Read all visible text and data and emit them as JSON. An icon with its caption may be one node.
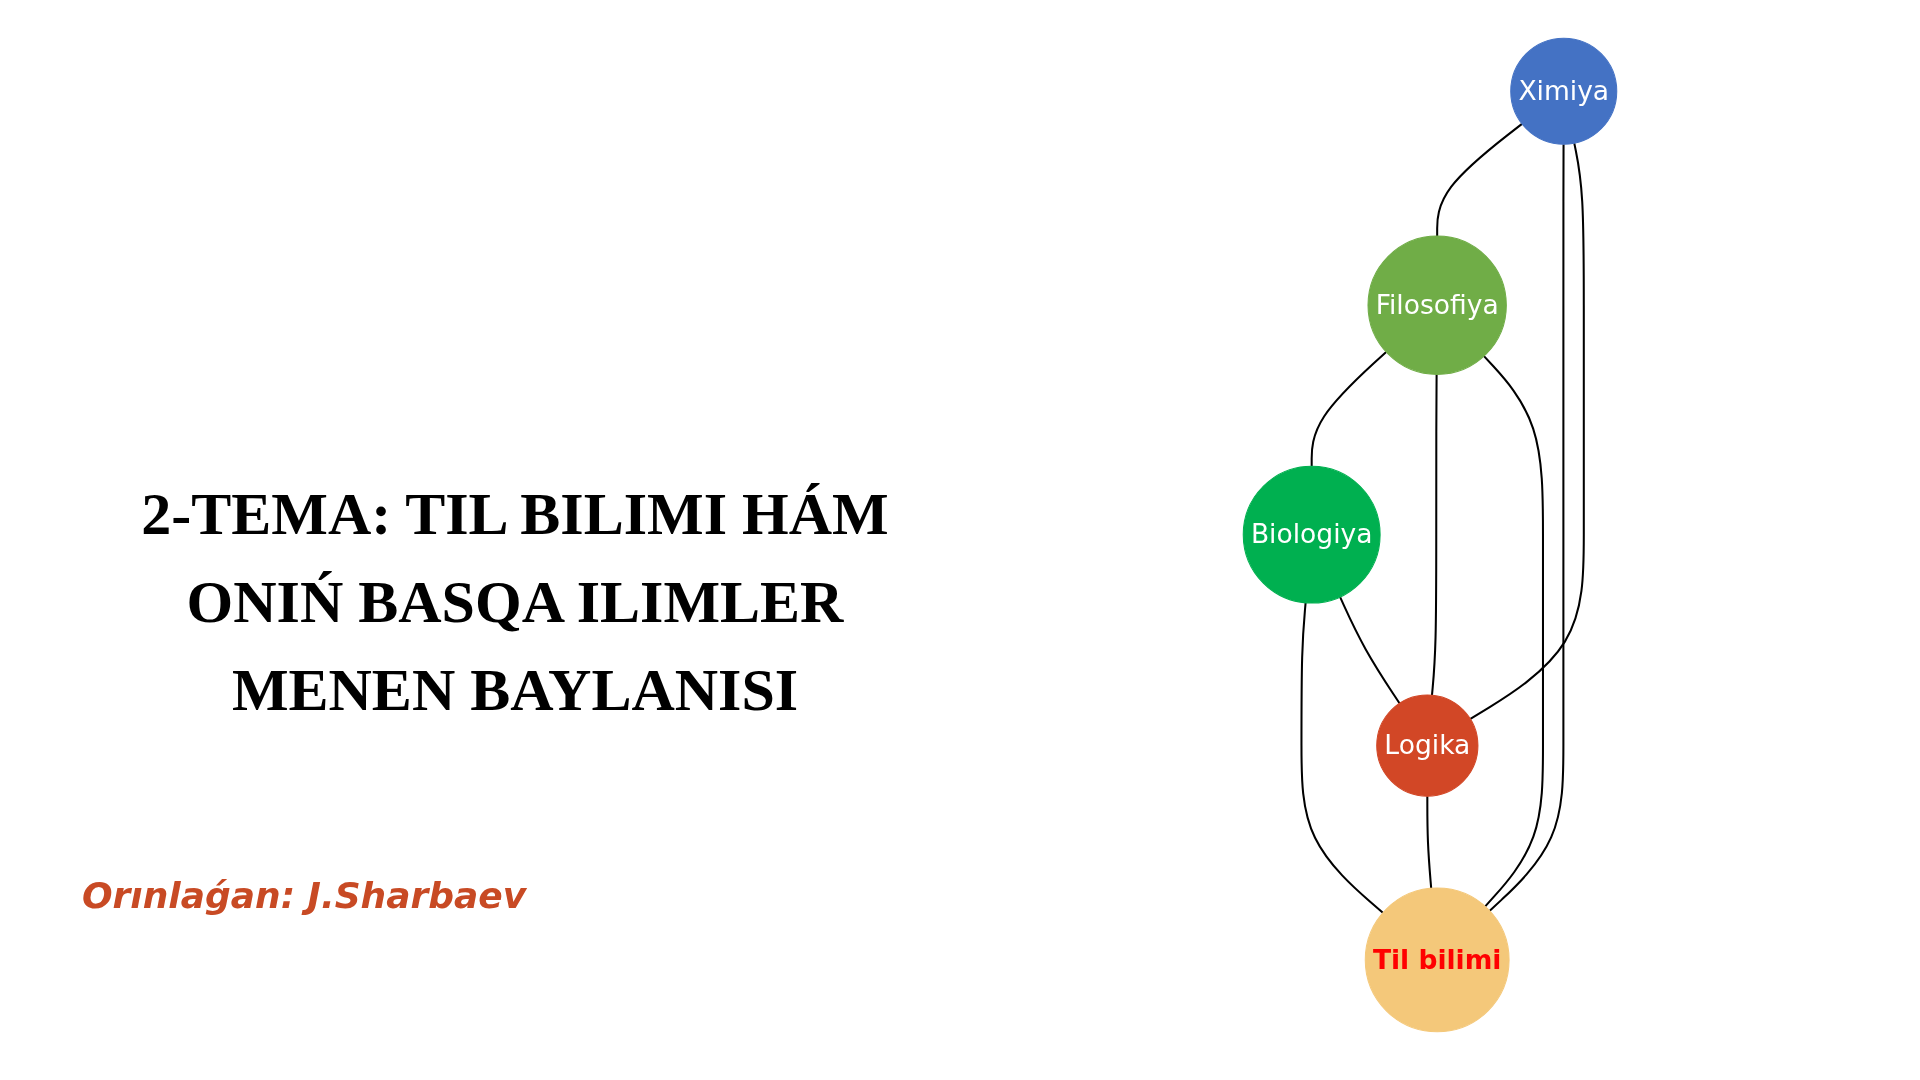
{
  "diagram": {
    "title": "2-TEMA: TIL BILIMI HÁM ONIŃ BASQA ILIMLER MENEN BAYLANISI",
    "nodes": [
      {
        "text": [
          "Filosofiya"
        ]
      },
      {
        "text": [
          "Ximiya"
        ]
      },
      {
        "text": [
          "Til bilimi"
        ]
      },
      {
        "text": [
          "Biologiya"
        ]
      },
      {
        "text": [
          "Logika"
        ]
      }
    ],
    "edges": [
      {
        "from": 1,
        "to": 0,
        "arrow": "none"
      },
      {
        "from": 1,
        "to": 2,
        "arrow": "none"
      },
      {
        "from": 1,
        "to": 4,
        "arrow": "none"
      },
      {
        "from": 0,
        "to": 3,
        "arrow": "none"
      },
      {
        "from": 0,
        "to": 4,
        "arrow": "none"
      },
      {
        "from": 0,
        "to": 2,
        "arrow": "none"
      },
      {
        "from": 3,
        "to": 2,
        "arrow": "none"
      },
      {
        "from": 3,
        "to": 4,
        "arrow": "none"
      },
      {
        "from": 4,
        "to": 2,
        "arrow": "none"
      }
    ],
    "labels": [
      "Orınlaǵan: J.Sharbaev"
    ]
  }
}
